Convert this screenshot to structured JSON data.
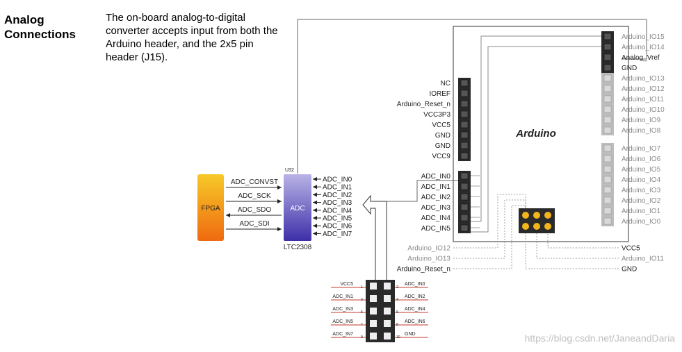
{
  "title": "Analog\nConnections",
  "description": "The on-board analog-to-digital converter accepts input from both the Arduino header, and the 2x5 pin header (J15).",
  "fpga": {
    "label": "FPGA"
  },
  "adc": {
    "designator": "U32",
    "label": "ADC",
    "part": "LTC2308"
  },
  "fpga_signals": [
    {
      "name": "ADC_CONVST",
      "dir": "right"
    },
    {
      "name": "ADC_SCK",
      "dir": "right"
    },
    {
      "name": "ADC_SDO",
      "dir": "left"
    },
    {
      "name": "ADC_SDI",
      "dir": "right"
    }
  ],
  "adc_inputs": [
    "ADC_IN0",
    "ADC_IN1",
    "ADC_IN2",
    "ADC_IN3",
    "ADC_IN4",
    "ADC_IN5",
    "ADC_IN6",
    "ADC_IN7"
  ],
  "arduino": {
    "label": "Arduino",
    "power_pins": [
      "NC",
      "IOREF",
      "Arduino_Reset_n",
      "VCC3P3",
      "VCC5",
      "GND",
      "GND",
      "VCC9"
    ],
    "analog_pins": [
      "ADC_IN0",
      "ADC_IN1",
      "ADC_IN2",
      "ADC_IN3",
      "ADC_IN4",
      "ADC_IN5"
    ],
    "top_right_pins": [
      "Arduino_IO15",
      "Arduino_IO14",
      "Analog_Vref",
      "GND"
    ],
    "mid_right_pins": [
      "Arduino_IO13",
      "Arduino_IO12",
      "Arduino_IO11",
      "Arduino_IO10",
      "Arduino_IO9",
      "Arduino_IO8"
    ],
    "low_right_pins": [
      "Arduino_IO7",
      "Arduino_IO6",
      "Arduino_IO5",
      "Arduino_IO4",
      "Arduino_IO3",
      "Arduino_IO2",
      "Arduino_IO1",
      "Arduino_IO0"
    ],
    "icsp_left_labels": [
      "Arduino_IO12",
      "Arduino_IO13",
      "Arduino_Reset_n"
    ],
    "icsp_right_labels": [
      "VCC5",
      "Arduino_IO11",
      "GND"
    ]
  },
  "j15": {
    "left": [
      "VCC5",
      "ADC_IN1",
      "ADC_IN3",
      "ADC_IN5",
      "ADC_IN7"
    ],
    "right": [
      "ADC_IN0",
      "ADC_IN2",
      "ADC_IN4",
      "ADC_IN6",
      "GND"
    ],
    "left_nums": [
      "1",
      "3",
      "5",
      "7",
      "9"
    ],
    "right_nums": [
      "2",
      "4",
      "6",
      "8",
      "10"
    ]
  },
  "colors": {
    "fpga_top": "#f7c928",
    "fpga_bottom": "#ef6a10",
    "adc_top": "#b9b3e6",
    "adc_bottom": "#3d2fa8",
    "pin_dark": "#2a2a2a",
    "pin_gray": "#bcbcbc",
    "icsp_pad": "#f2b51b",
    "j15_wire": "#c0392b"
  },
  "watermark": "https://blog.csdn.net/JaneandDaria"
}
